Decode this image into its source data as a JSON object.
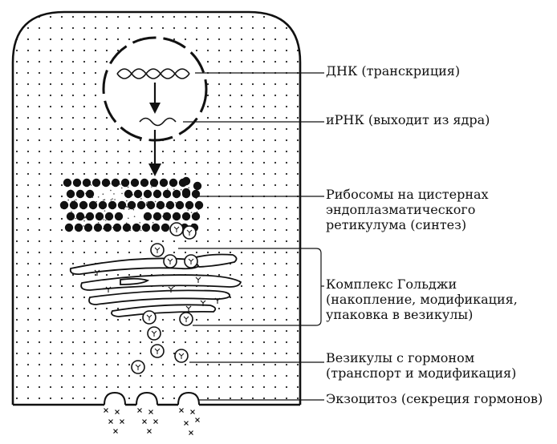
{
  "labels": {
    "dna": "ДНК (транскриция)",
    "mrna": "иРНК (выходит из ядра)",
    "ribosomes": [
      "Рибосомы на цистернах",
      "эндоплазматического",
      "ретикулума (синтез)"
    ],
    "golgi": [
      "Комплекс Гольджи",
      "(накопление, модификация,",
      "упаковка в везикулы)"
    ],
    "vesicles": [
      "Везикулы с гормоном",
      "(транспорт и модификация)"
    ],
    "exocytosis": "Экзоцитоз (секреция гормонов)"
  },
  "colors": {
    "ink": "#111111",
    "background": "#ffffff"
  }
}
